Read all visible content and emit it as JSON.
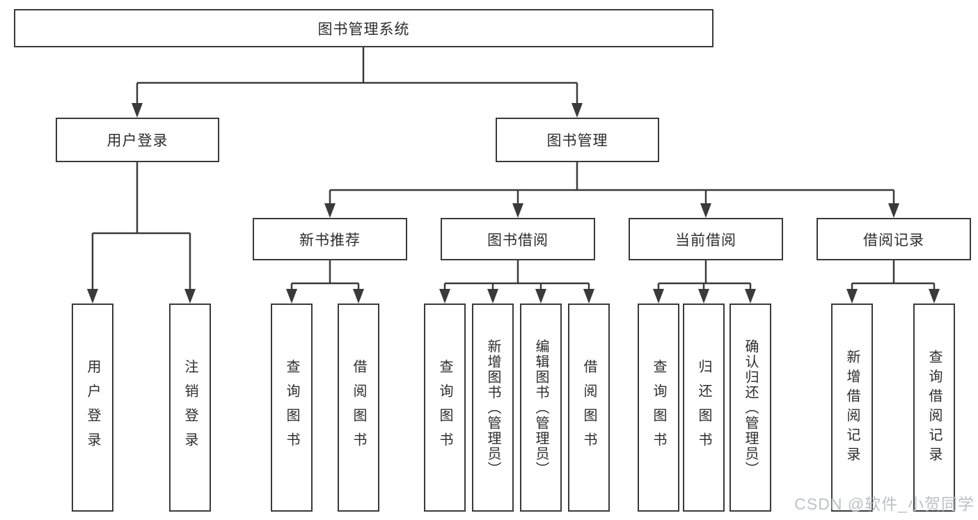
{
  "title": "图书管理系统",
  "branches": {
    "user": {
      "label": "用户登录",
      "children": [
        "用户登录",
        "注销登录"
      ]
    },
    "books": {
      "label": "图书管理",
      "sections": [
        {
          "label": "新书推荐",
          "children": [
            "查询图书",
            "借阅图书"
          ]
        },
        {
          "label": "图书借阅",
          "children": [
            "查询图书",
            "新增图书（管理员）",
            "编辑图书（管理员）",
            "借阅图书"
          ]
        },
        {
          "label": "当前借阅",
          "children": [
            "查询图书",
            "归还图书",
            "确认归还（管理员）"
          ]
        },
        {
          "label": "借阅记录",
          "children": [
            "新增借阅记录",
            "查询借阅记录"
          ]
        }
      ]
    }
  },
  "watermark": "CSDN @软件_小贺同学",
  "colors": {
    "line": "#3a3a3a",
    "box_border": "#3a3a3a",
    "text": "#2d2d2d",
    "background": "#ffffff",
    "watermark": "#bdc1c7"
  }
}
